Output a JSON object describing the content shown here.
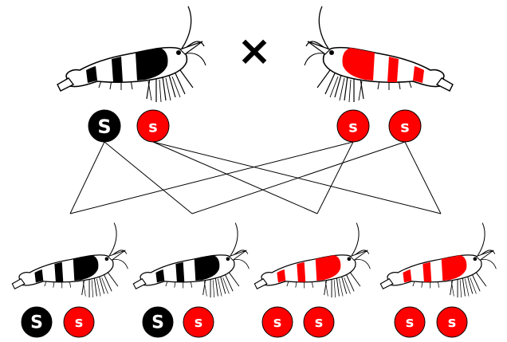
{
  "diagram": {
    "cross_symbol": "×",
    "colors": {
      "black_allele": "#000000",
      "red_allele": "#ff0000",
      "allele_text": "#ffffff",
      "outline": "#000000",
      "shell": "#ffffff",
      "line": "#000000"
    },
    "parents": [
      {
        "name": "black-crystal-shrimp",
        "color": "black",
        "facing": "right",
        "alleles": [
          {
            "label": "S",
            "color": "black"
          },
          {
            "label": "s",
            "color": "red"
          }
        ]
      },
      {
        "name": "red-crystal-shrimp",
        "color": "red",
        "facing": "left",
        "alleles": [
          {
            "label": "s",
            "color": "red"
          },
          {
            "label": "s",
            "color": "red"
          }
        ]
      }
    ],
    "offspring": [
      {
        "name": "offspring-1",
        "color": "black",
        "alleles": [
          {
            "label": "S",
            "color": "black"
          },
          {
            "label": "s",
            "color": "red"
          }
        ]
      },
      {
        "name": "offspring-2",
        "color": "black",
        "alleles": [
          {
            "label": "S",
            "color": "black"
          },
          {
            "label": "s",
            "color": "red"
          }
        ]
      },
      {
        "name": "offspring-3",
        "color": "red",
        "alleles": [
          {
            "label": "s",
            "color": "red"
          },
          {
            "label": "s",
            "color": "red"
          }
        ]
      },
      {
        "name": "offspring-4",
        "color": "red",
        "alleles": [
          {
            "label": "s",
            "color": "red"
          },
          {
            "label": "s",
            "color": "red"
          }
        ]
      }
    ]
  }
}
